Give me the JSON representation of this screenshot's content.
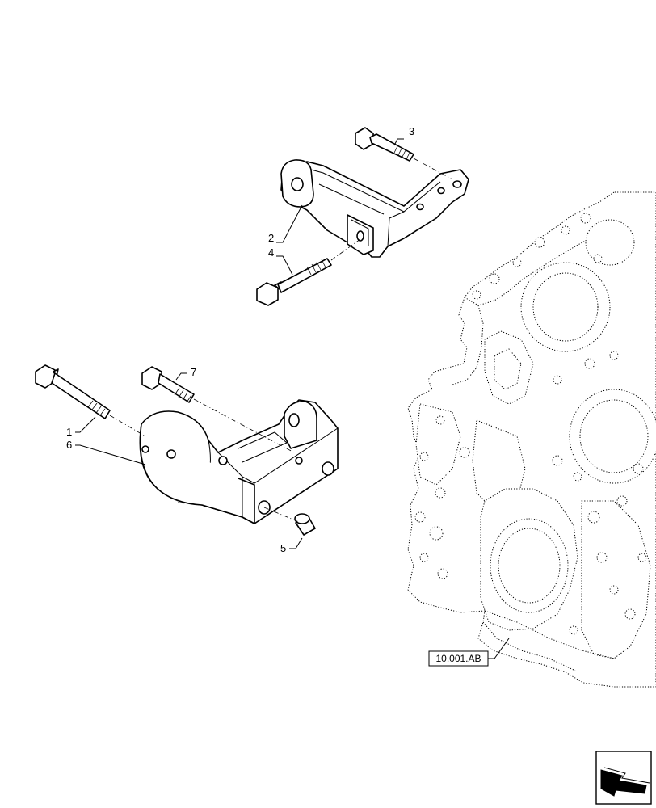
{
  "callouts": [
    {
      "id": "1",
      "label": "1"
    },
    {
      "id": "2",
      "label": "2"
    },
    {
      "id": "3",
      "label": "3"
    },
    {
      "id": "4",
      "label": "4"
    },
    {
      "id": "5",
      "label": "5"
    },
    {
      "id": "6",
      "label": "6"
    },
    {
      "id": "7",
      "label": "7"
    }
  ],
  "reference": {
    "label": "10.001.AB"
  },
  "icons": {
    "nav": "previous-arrow-icon"
  }
}
